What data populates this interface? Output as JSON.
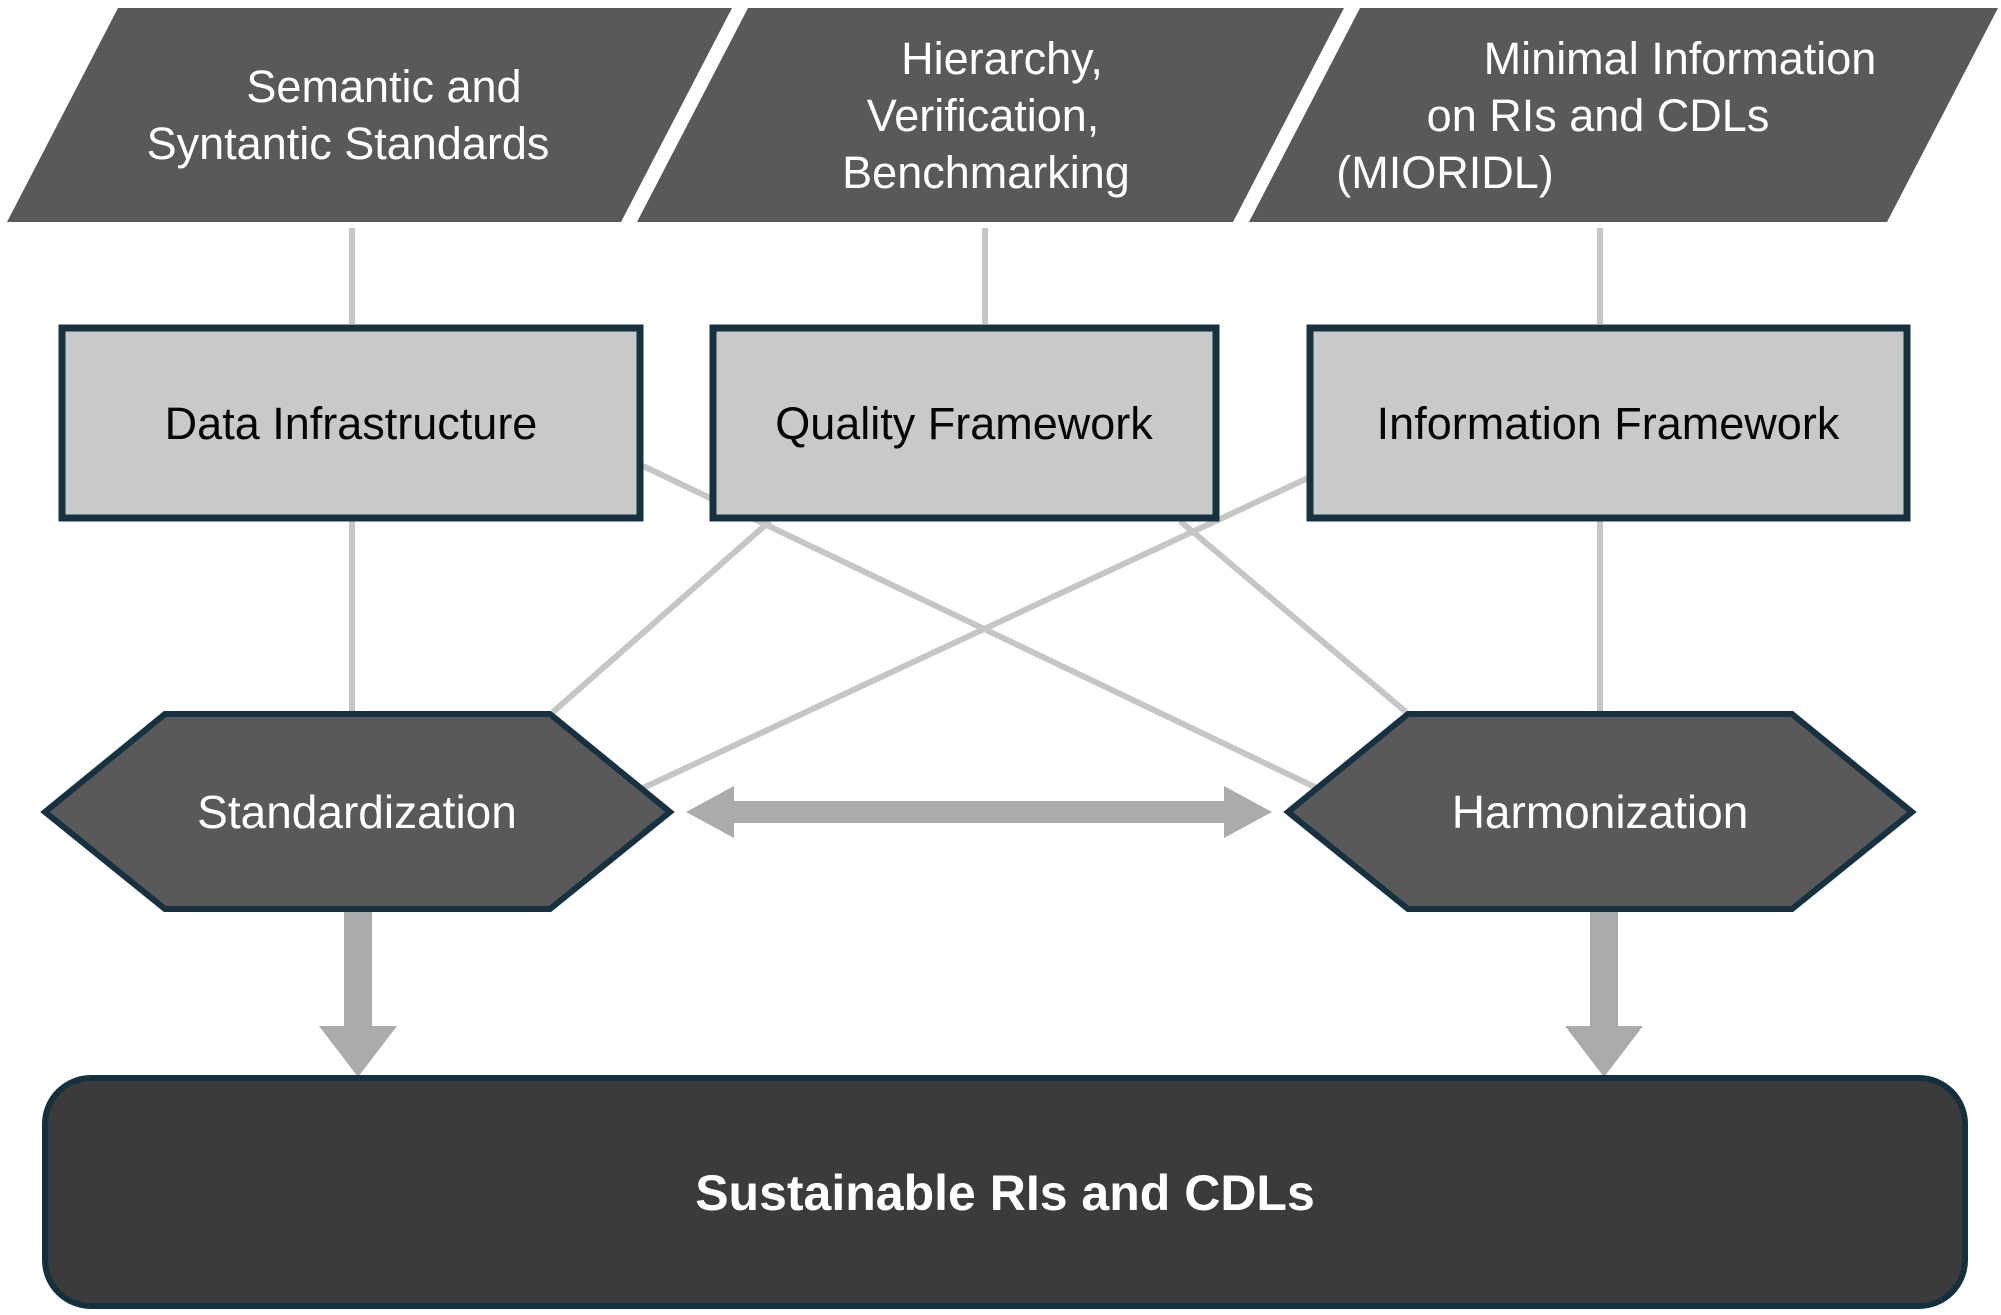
{
  "bands": [
    {
      "lines": [
        "Semantic and",
        "Syntantic Standards"
      ]
    },
    {
      "lines": [
        "Hierarchy,",
        "Verification,",
        "Benchmarking"
      ]
    },
    {
      "lines": [
        "Minimal Information",
        "on RIs and CDLs",
        "(MIORIDL)"
      ]
    }
  ],
  "boxes": [
    {
      "label": "Data Infrastructure"
    },
    {
      "label": "Quality Framework"
    },
    {
      "label": "Information Framework"
    }
  ],
  "hexagons": [
    {
      "label": "Standardization"
    },
    {
      "label": "Harmonization"
    }
  ],
  "outcome": {
    "label": "Sustainable RIs and CDLs"
  },
  "connections": [
    {
      "from": "Semantic and Syntantic Standards",
      "to": "Data Infrastructure",
      "style": "line"
    },
    {
      "from": "Hierarchy, Verification, Benchmarking",
      "to": "Quality Framework",
      "style": "line"
    },
    {
      "from": "Minimal Information on RIs and CDLs (MIORIDL)",
      "to": "Information Framework",
      "style": "line"
    },
    {
      "from": "Data Infrastructure",
      "to": "Standardization",
      "style": "line"
    },
    {
      "from": "Data Infrastructure",
      "to": "Harmonization",
      "style": "line"
    },
    {
      "from": "Quality Framework",
      "to": "Standardization",
      "style": "line"
    },
    {
      "from": "Quality Framework",
      "to": "Harmonization",
      "style": "line"
    },
    {
      "from": "Information Framework",
      "to": "Standardization",
      "style": "line"
    },
    {
      "from": "Information Framework",
      "to": "Harmonization",
      "style": "line"
    },
    {
      "from": "Standardization",
      "to": "Harmonization",
      "style": "double-arrow"
    },
    {
      "from": "Standardization",
      "to": "Sustainable RIs and CDLs",
      "style": "arrow"
    },
    {
      "from": "Harmonization",
      "to": "Sustainable RIs and CDLs",
      "style": "arrow"
    }
  ],
  "colors": {
    "band_fill": "#595959",
    "hexagon_fill": "#595959",
    "box_fill": "#c9c9c9",
    "outline_navy": "#16313f",
    "connector_gray": "#c6c6c6",
    "arrow_gray": "#ababab",
    "outcome_fill": "#3b3b3b",
    "text_light": "#ffffff",
    "text_dark": "#050505",
    "background": "#ffffff"
  }
}
